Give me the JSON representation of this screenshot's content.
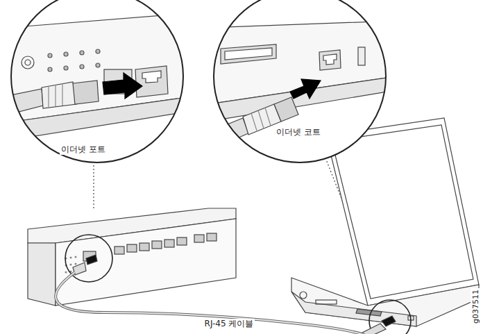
{
  "diagram": {
    "labels": [
      "이더넷 포트",
      "이더넷 코트",
      "RJ-45 케이블",
      "g037511"
    ]
  }
}
